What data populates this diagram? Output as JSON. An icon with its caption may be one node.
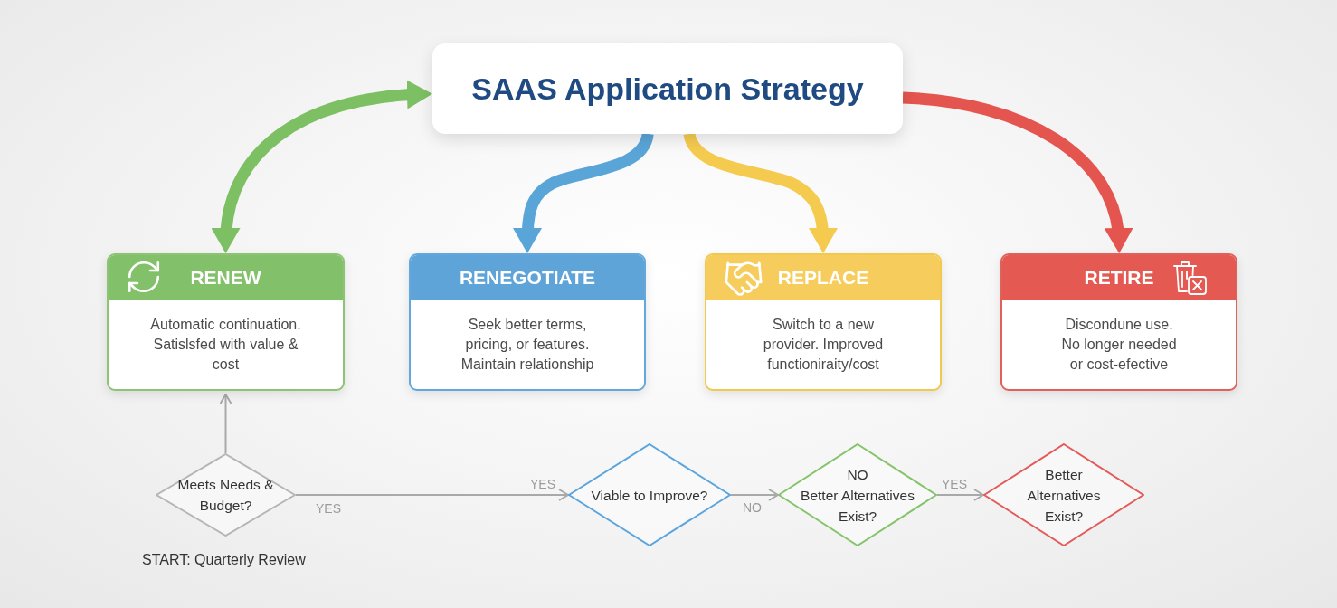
{
  "diagram": {
    "nodes": [
      {
        "text": [
          "SAAS Application Strategy"
        ]
      },
      {
        "text": [
          "RENEW",
          "Automatic continuation. Satislsfed with value & cost"
        ]
      },
      {
        "text": [
          "RENEGOTIATE",
          "Seek better terms, pricing, or features. Maintain relationship"
        ]
      },
      {
        "text": [
          "REPLACE",
          "Switch to a new provider. Improved functioniraity/cost"
        ]
      },
      {
        "text": [
          "RETIRE",
          "Discondune use. No longer needed or cost-efective"
        ]
      },
      {
        "text": [
          "Meets Needs & Budget?"
        ],
        "beside": [
          "START: Quarterly Review"
        ]
      },
      {
        "text": [
          "Viable to Improve?"
        ]
      },
      {
        "text": [
          "NO",
          "Better Alternatives Exist?"
        ]
      },
      {
        "text": [
          "Better Alternatives Exist?"
        ]
      }
    ],
    "edges": [
      {
        "from": 0,
        "to": 1,
        "arrow": "both",
        "style": "thick",
        "color": "#7dbf63"
      },
      {
        "from": 0,
        "to": 2,
        "arrow": "to",
        "style": "thick",
        "color": "#5aa5d8"
      },
      {
        "from": 0,
        "to": 3,
        "arrow": "to",
        "style": "thick",
        "color": "#f5cb4f"
      },
      {
        "from": 0,
        "to": 4,
        "arrow": "to",
        "style": "thick",
        "color": "#e5554f"
      },
      {
        "from": 5,
        "to": 1,
        "arrow": "to"
      },
      {
        "from": 5,
        "to": 6,
        "arrow": "to",
        "label": "YES"
      },
      {
        "from": 6,
        "to": 7,
        "arrow": "to",
        "label": "NO"
      },
      {
        "from": 7,
        "to": 8,
        "arrow": "to",
        "label": "YES"
      }
    ],
    "labels": [
      "YES"
    ]
  }
}
